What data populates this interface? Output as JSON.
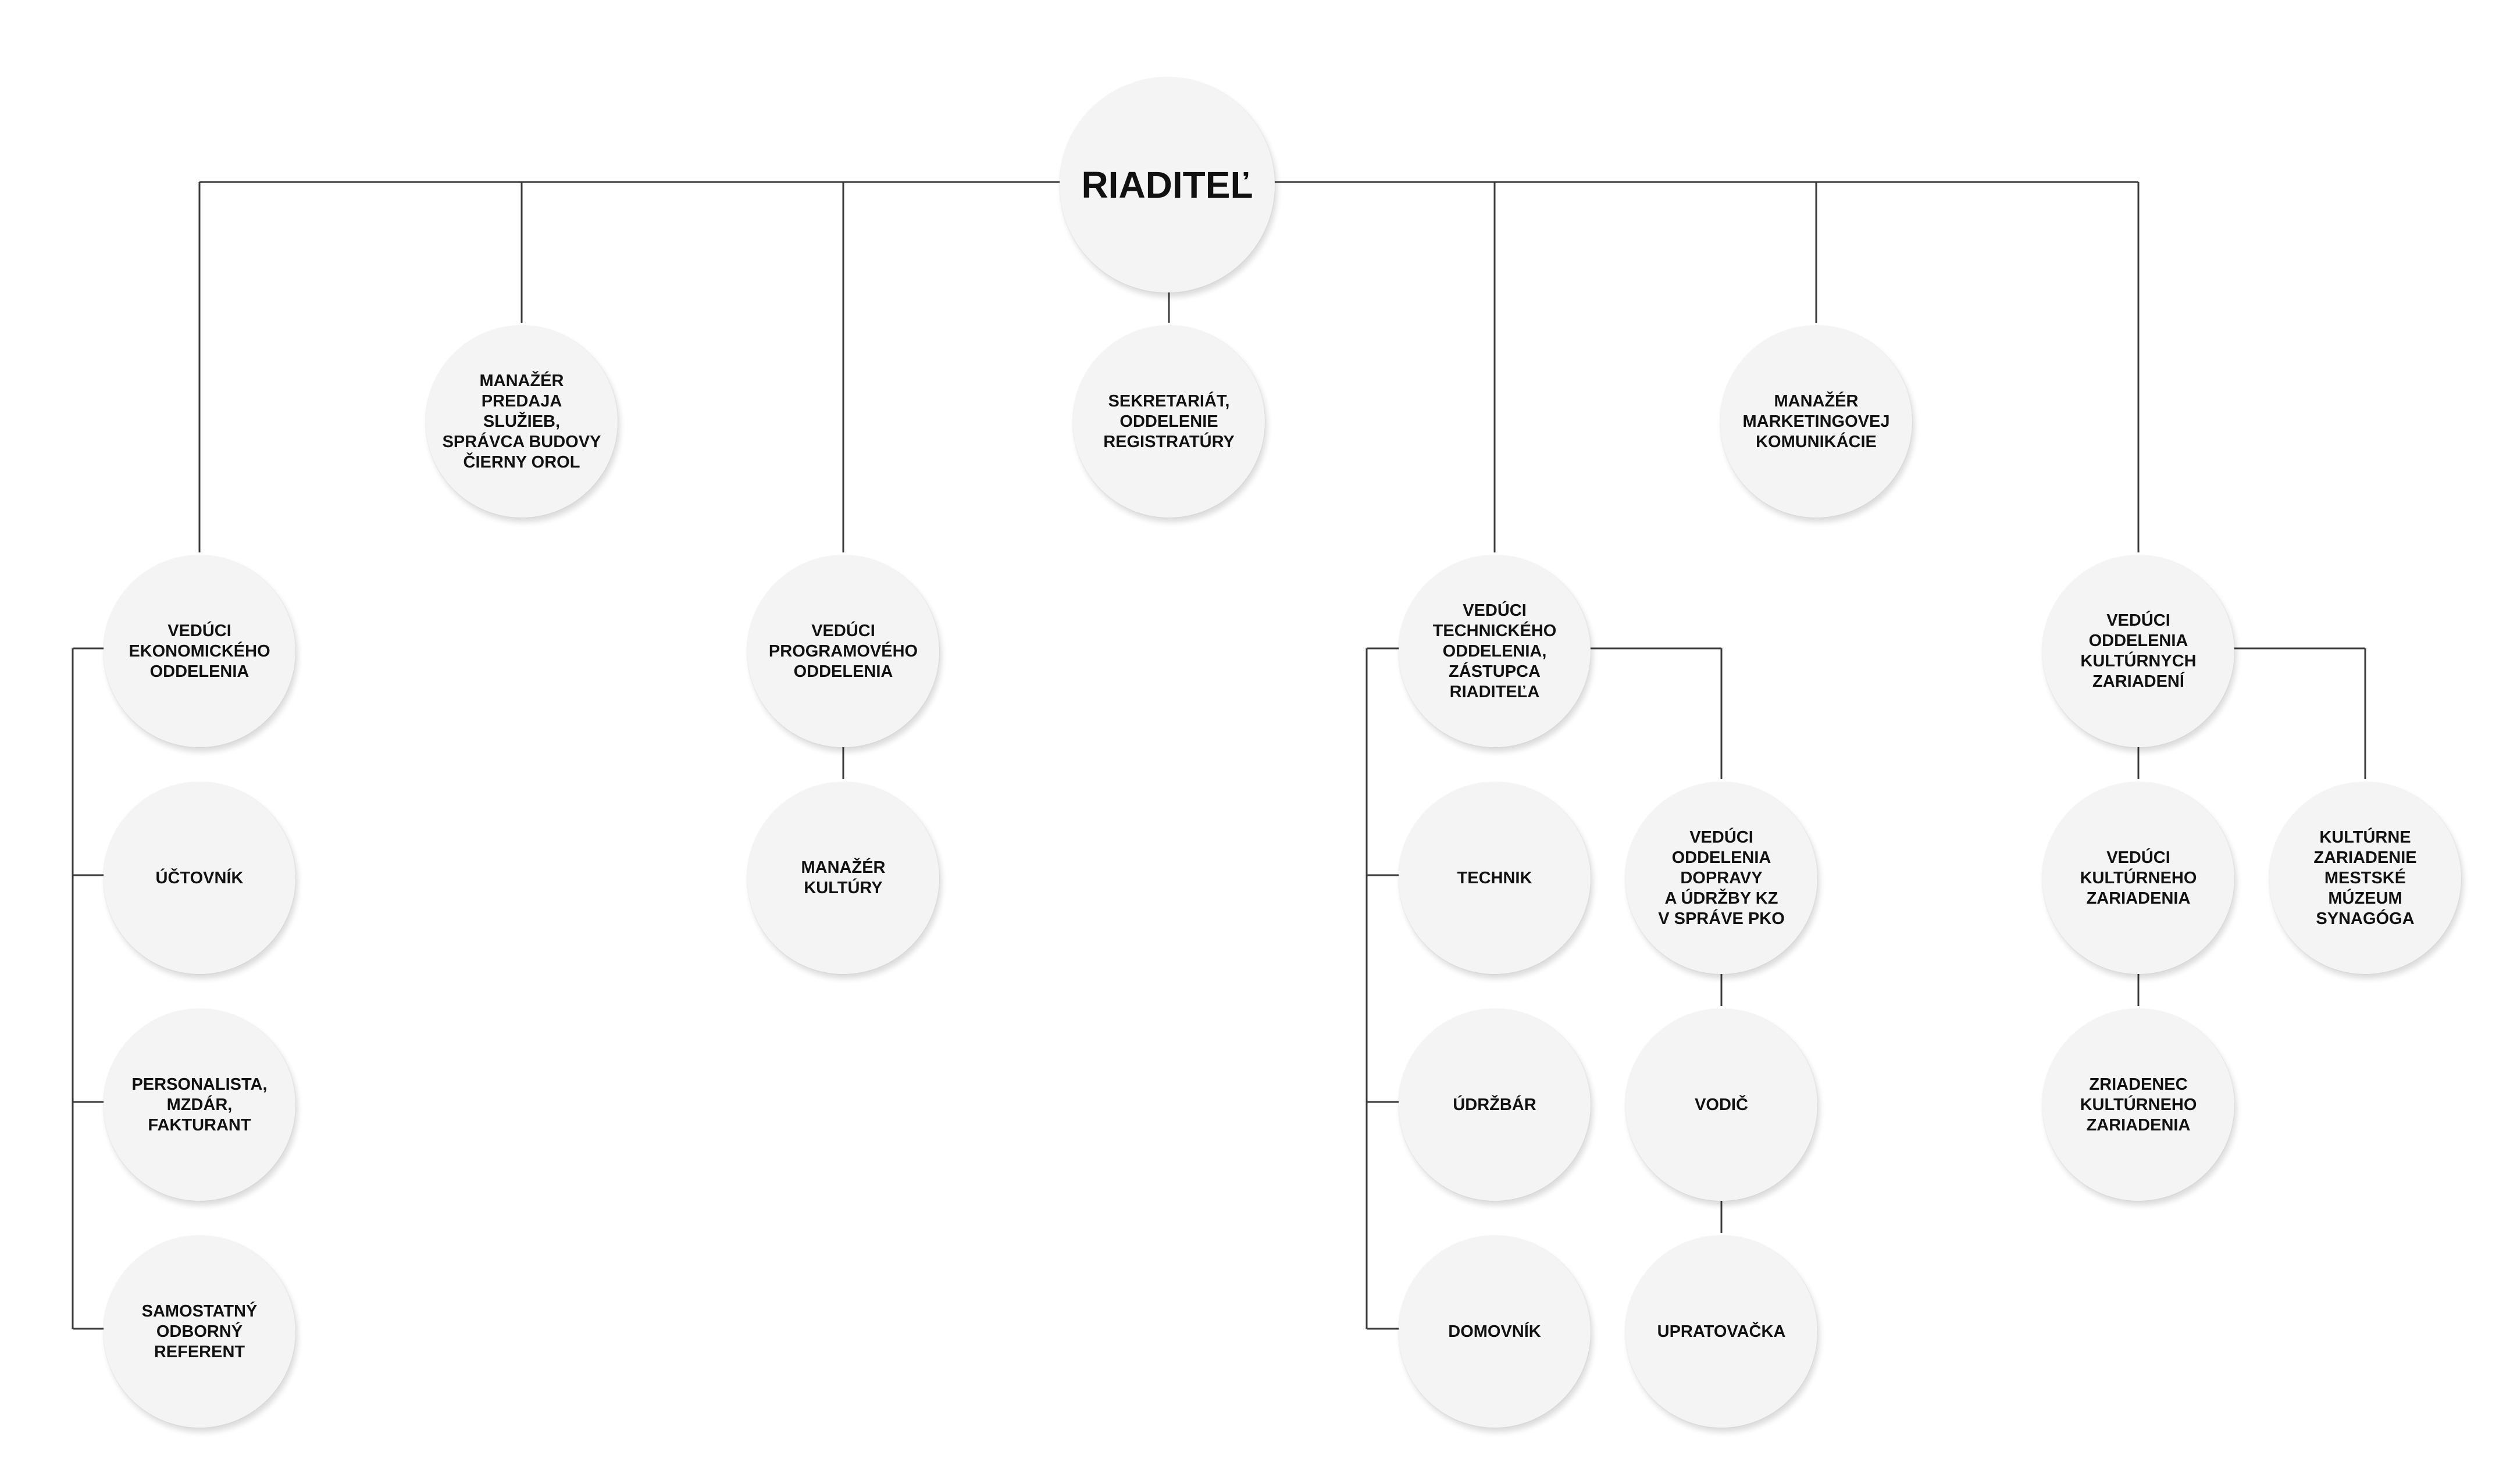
{
  "chart": {
    "nodes": {
      "root": "RIADITEĽ",
      "sales": "MANAŽÉR\nPREDAJA\nSLUŽIEB,\nSPRÁVCA BUDOVY\nČIERNY OROL",
      "secretariat": "SEKRETARIÁT,\nODDELENIE\nREGISTRATÚRY",
      "marketing": "MANAŽÉR\nMARKETINGOVEJ\nKOMUNIKÁCIE",
      "econ_head": "VEDÚCI\nEKONOMICKÉHO\nODDELENIA",
      "accountant": "ÚČTOVNÍK",
      "hr": "PERSONALISTA,\nMZDÁR,\nFAKTURANT",
      "referent": "SAMOSTATNÝ\nODBORNÝ\nREFERENT",
      "prog_head": "VEDÚCI\nPROGRAMOVÉHO\nODDELENIA",
      "culture_mgr": "MANAŽÉR\nKULTÚRY",
      "tech_head": "VEDÚCI\nTECHNICKÉHO\nODDELENIA,\nZÁSTUPCA\nRIADITEĽA",
      "technician": "TECHNIK",
      "maintenance": "ÚDRŽBÁR",
      "caretaker": "DOMOVNÍK",
      "transport_head": "VEDÚCI\nODDELENIA\nDOPRAVY\nA ÚDRŽBY KZ\nV SPRÁVE PKO",
      "driver": "VODIČ",
      "cleaner": "UPRATOVAČKA",
      "facilities_head": "VEDÚCI\nODDELENIA\nKULTÚRNYCH\nZARIADENÍ",
      "facility_head": "VEDÚCI\nKULTÚRNEHO\nZARIADENIA",
      "facility_employee": "ZRIADENEC\nKULTÚRNEHO\nZARIADENIA",
      "museum": "KULTÚRNE\nZARIADENIE\nMESTSKÉ\nMÚZEUM\nSYNAGÓGA"
    }
  }
}
